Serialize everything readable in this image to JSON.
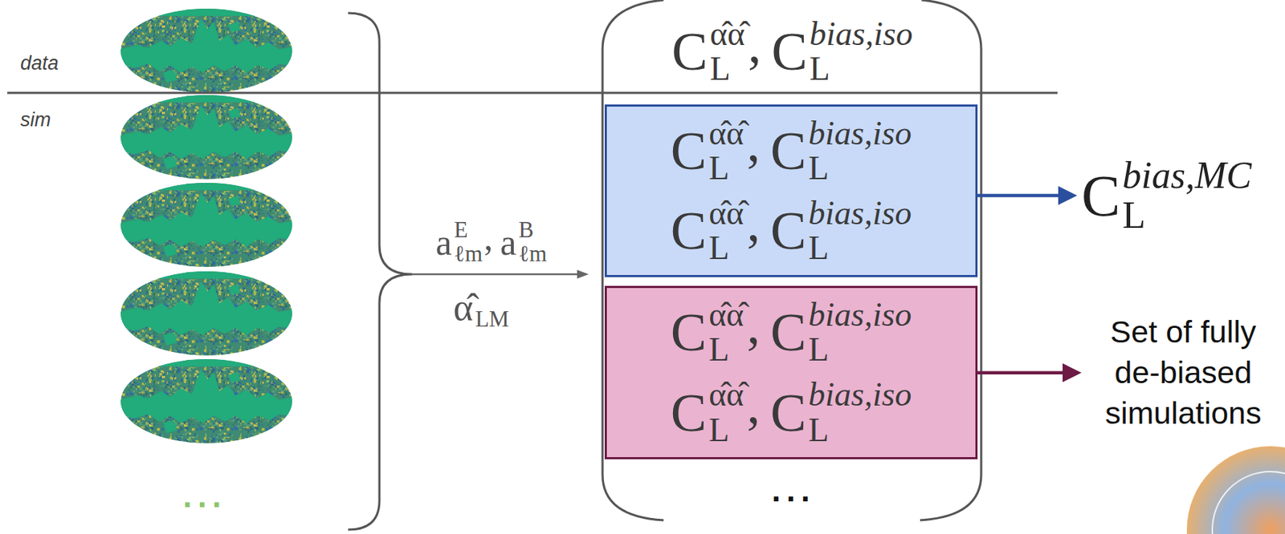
{
  "diagram": {
    "nodes": [
      {
        "text": [
          "C",
          "α̂α̂",
          "L",
          ",",
          "C",
          "bias,iso",
          "L",
          "C",
          "α̂α̂",
          "L",
          ",",
          "C",
          "bias,iso",
          "L"
        ]
      },
      {
        "text": [
          "C",
          "bias,MC",
          "L"
        ]
      },
      {
        "text": [
          "C",
          "α̂α̂",
          "L",
          ",",
          "C",
          "bias,iso",
          "L",
          "C",
          "α̂α̂",
          "L",
          ",",
          "C",
          "bias,iso",
          "L"
        ]
      },
      {
        "text": [
          "Set of fully de-biased simulations"
        ]
      }
    ],
    "edges": [
      {
        "from": 0,
        "to": 1,
        "arrow": "to"
      },
      {
        "from": 2,
        "to": 3,
        "arrow": "to"
      }
    ],
    "labels": [
      "data",
      "sim",
      "...",
      "a",
      "E",
      "ℓm",
      ",",
      "a",
      "B",
      "ℓm",
      "α̂",
      "LM",
      "C",
      "α̂α̂",
      "L",
      ",",
      "C",
      "bias,iso",
      "L",
      "..."
    ]
  }
}
